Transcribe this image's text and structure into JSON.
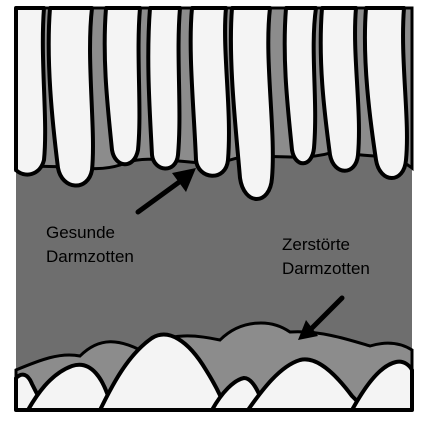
{
  "labels": {
    "healthy_line1": "Gesunde",
    "healthy_line2": "Darmzotten",
    "destroyed_line1": "Zerstörte",
    "destroyed_line2": "Darmzotten"
  },
  "colors": {
    "background": "#ffffff",
    "lumen": "#6e6e6e",
    "tissue_dark": "#8c8c8c",
    "villus_fill": "#f4f4f4",
    "outline": "#000000"
  },
  "icons": {
    "arrow_healthy": "arrow-up-right",
    "arrow_destroyed": "arrow-down-left"
  }
}
